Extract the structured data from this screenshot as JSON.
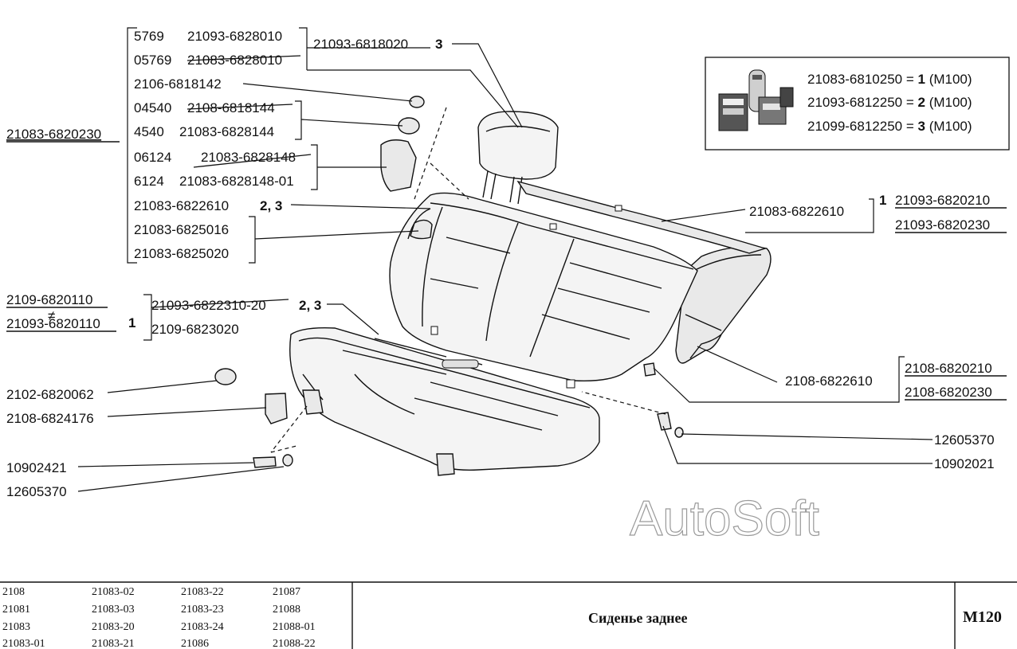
{
  "labels": {
    "l5769": "5769",
    "l21093_6828010": "21093-6828010",
    "l05769": "05769",
    "l21083_6828010": "21083-6828010",
    "l2106_6818142": "2106-6818142",
    "l04540": "04540",
    "l2108_6818144": "2108-6818144",
    "l4540": "4540",
    "l21083_6828144": "21083-6828144",
    "l06124": "06124",
    "l21083_6828148": "21083-6828148",
    "l6124": "6124",
    "l21083_6828148_01": "21083-6828148-01",
    "l21083_6822610_a": "21083-6822610",
    "l21083_6825016": "21083-6825016",
    "l21083_6825020": "21083-6825020",
    "l21083_6820230": "21083-6820230",
    "l21093_6818020": "21093-6818020",
    "l21083_6822610_b": "21083-6822610",
    "l21093_6820210": "21093-6820210",
    "l21093_6820230": "21093-6820230",
    "l2109_6820110": "2109-6820110",
    "l21093_6820110": "21093-6820110",
    "l21093_6822310_20": "21093-6822310-20",
    "l2109_6823020": "2109-6823020",
    "l2102_6820062": "2102-6820062",
    "l2108_6824176": "2108-6824176",
    "l10902421": "10902421",
    "l12605370_a": "12605370",
    "l2108_6822610": "2108-6822610",
    "l2108_6820210": "2108-6820210",
    "l2108_6820230": "2108-6820230",
    "l12605370_b": "12605370",
    "l10902021": "10902021",
    "q3": "3",
    "q2_3_a": "2, 3",
    "q2_3_b": "2, 3",
    "q1_a": "1",
    "q1_b": "1",
    "neq": "≠"
  },
  "legend": [
    {
      "code": "21083-6810250 = ",
      "qty": "1",
      "suffix": " (M100)"
    },
    {
      "code": "21093-6812250 = ",
      "qty": "2",
      "suffix": " (M100)"
    },
    {
      "code": "21099-6812250 = ",
      "qty": "3",
      "suffix": " (M100)"
    }
  ],
  "watermark": "AutoSoft",
  "title_block": {
    "models": [
      [
        "2108",
        "21083-02",
        "21083-22",
        "21087"
      ],
      [
        "21081",
        "21083-03",
        "21083-23",
        "21088"
      ],
      [
        "21083",
        "21083-20",
        "21083-24",
        "21088-01"
      ],
      [
        "21083-01",
        "21083-21",
        "21086",
        "21088-22"
      ]
    ],
    "title": "Сиденье заднее",
    "code": "M120"
  }
}
